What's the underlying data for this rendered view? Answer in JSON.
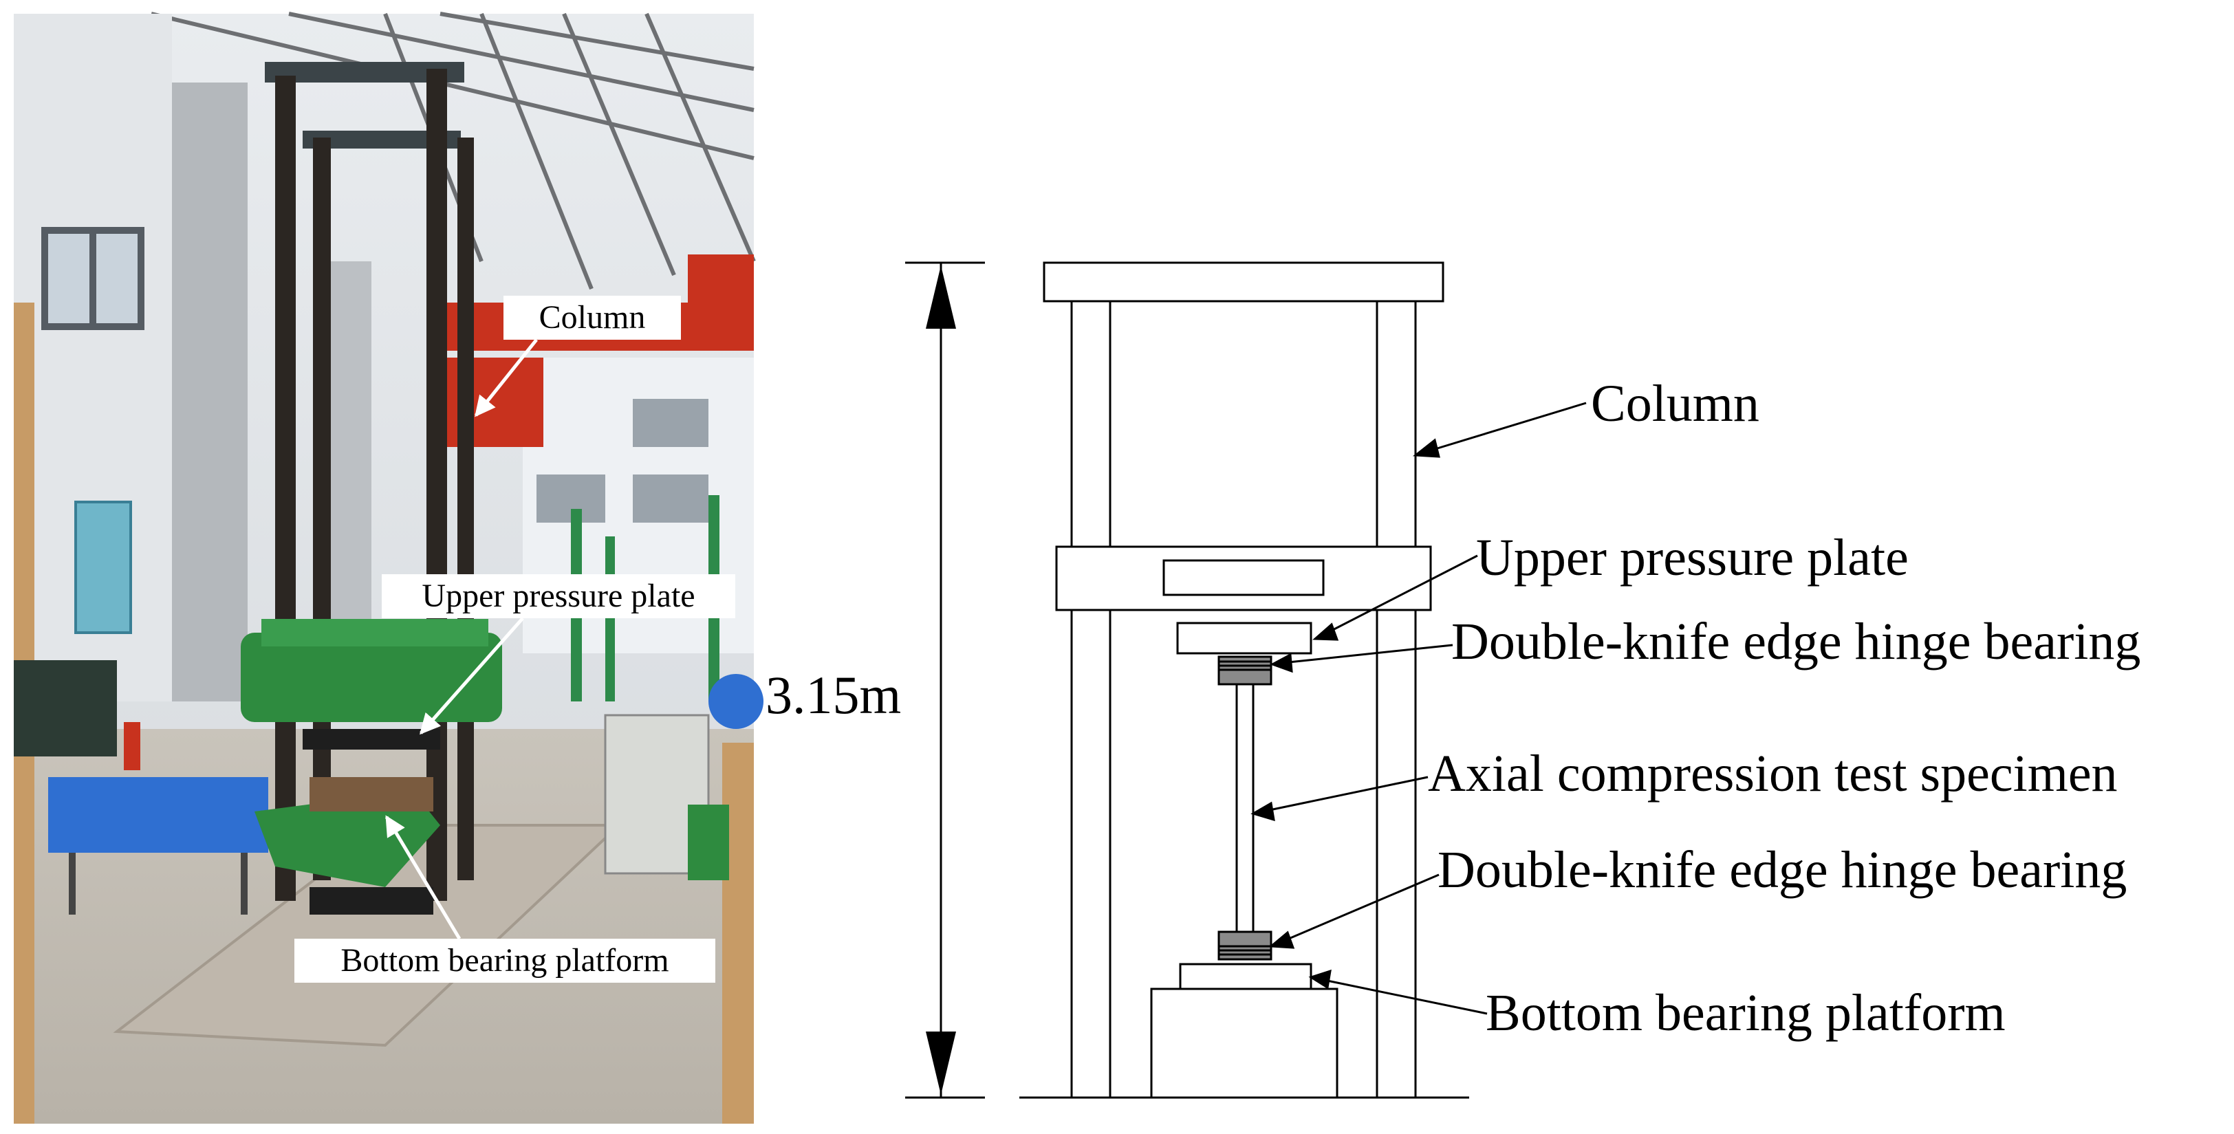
{
  "photo": {
    "labels": {
      "column": "Column",
      "upper_plate": "Upper pressure plate",
      "bottom_platform": "Bottom bearing platform"
    }
  },
  "diagram": {
    "height_label": "3.15m",
    "labels": {
      "column": "Column",
      "upper_plate": "Upper pressure plate",
      "hinge_top": "Double-knife edge hinge bearing",
      "specimen": "Axial compression test specimen",
      "hinge_bottom": "Double-knife edge hinge bearing",
      "bottom_platform": "Bottom bearing platform"
    }
  },
  "colors": {
    "frame_green": "#2e8b3f",
    "column_dark": "#2b2622",
    "crane_red": "#c8321e",
    "table_blue": "#2f6fd1",
    "hinge_gray": "#8a8a8a"
  }
}
